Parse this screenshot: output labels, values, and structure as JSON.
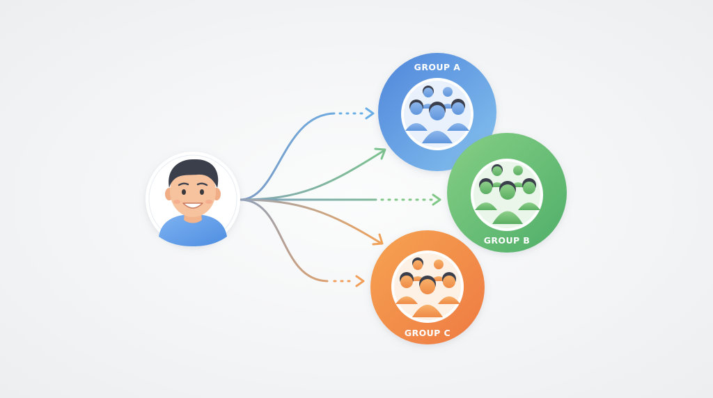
{
  "diagram": {
    "source": {
      "icon": "person-avatar-icon"
    },
    "groups": [
      {
        "id": "a",
        "label": "GROUP A",
        "color": "#5b8fdf",
        "icon": "group-of-people-icon"
      },
      {
        "id": "b",
        "label": "GROUP B",
        "color": "#6cbb70",
        "icon": "group-of-people-icon"
      },
      {
        "id": "c",
        "label": "GROUP C",
        "color": "#f2894a",
        "icon": "group-of-people-icon"
      }
    ],
    "connections": [
      {
        "from": "source",
        "to": "a",
        "style": "dotted"
      },
      {
        "from": "source",
        "to": "a",
        "style": "solid"
      },
      {
        "from": "source",
        "to": "b",
        "style": "dotted"
      },
      {
        "from": "source",
        "to": "c",
        "style": "solid"
      },
      {
        "from": "source",
        "to": "c",
        "style": "dotted"
      }
    ]
  }
}
